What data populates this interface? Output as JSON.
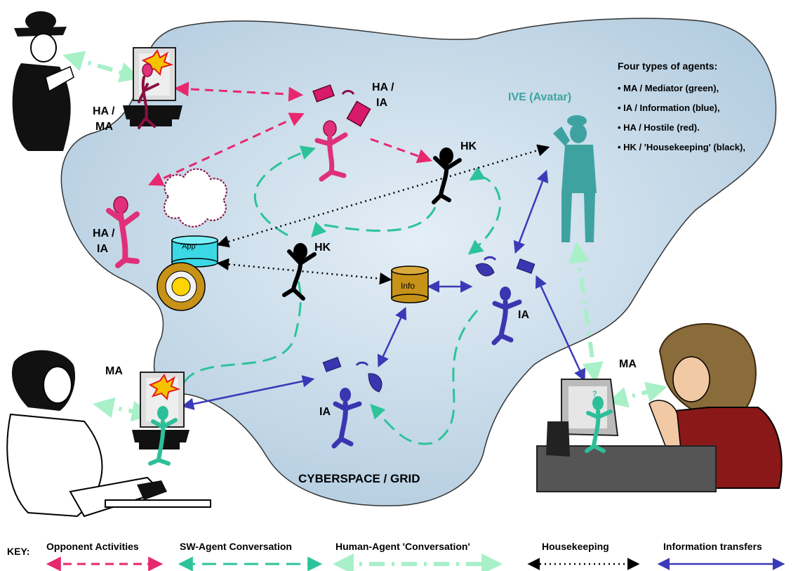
{
  "cloud": {
    "title": "CYBERSPACE / GRID"
  },
  "agent_types": {
    "heading": "Four types of agents:",
    "items": [
      "• MA / Mediator (green),",
      "• IA / Information (blue),",
      "• HA / Hostile (red).",
      "• HK / 'Housekeeping' (black),"
    ]
  },
  "nodes": {
    "avatar": "IVE (Avatar)",
    "ha_ma_line1": "HA /",
    "ha_ma_line2": "MA",
    "ha_ia_top_line1": "HA /",
    "ha_ia_top_line2": "IA",
    "ha_ia_left_line1": "HA /",
    "ha_ia_left_line2": "IA",
    "hk_top": "HK",
    "hk_mid": "HK",
    "app": "'App'",
    "info": "Info",
    "ia_right": "IA",
    "ia_bottom": "IA",
    "ma_left": "MA",
    "ma_right": "MA",
    "screen_q": "?"
  },
  "key": {
    "title": "KEY:",
    "items": [
      {
        "label": "Opponent Activities",
        "color": "#e8286e",
        "style": "dashed"
      },
      {
        "label": "SW-Agent Conversation",
        "color": "#2dc39a",
        "style": "long-dash"
      },
      {
        "label": "Human-Agent 'Conversation'",
        "color": "#a8f0c8",
        "style": "dash-dot"
      },
      {
        "label": "Housekeeping",
        "color": "#000000",
        "style": "dotted"
      },
      {
        "label": "Information transfers",
        "color": "#3a3ab8",
        "style": "solid"
      }
    ]
  },
  "colors": {
    "cloud": "#c4d8e8",
    "hostile": "#d81a6a",
    "information": "#3a36b0",
    "mediator": "#2dbf9a",
    "housekeeping": "#000000",
    "avatar": "#3ea3a0",
    "database": "#c79218"
  }
}
